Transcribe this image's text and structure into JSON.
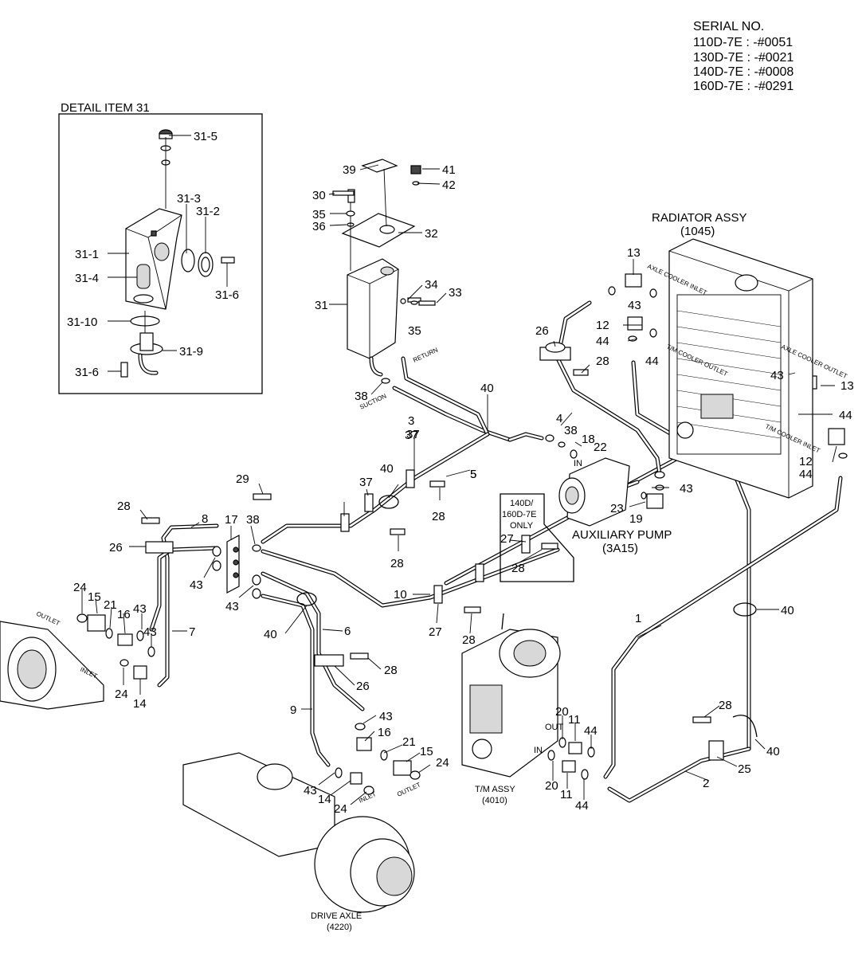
{
  "serial": {
    "heading": "SERIAL NO.",
    "lines": [
      "110D-7E : -#0051",
      "130D-7E : -#0021",
      "140D-7E : -#0008",
      "160D-7E : -#0291"
    ]
  },
  "detail": {
    "title": "DETAIL ITEM 31",
    "labels": [
      "31-5",
      "31-3",
      "31-2",
      "31-1",
      "31-4",
      "31-6",
      "31-10",
      "31-9",
      "31-6"
    ]
  },
  "assemblies": {
    "radiator_name": "RADIATOR ASSY",
    "radiator_code": "(1045)",
    "aux_pump_name": "AUXILIARY PUMP",
    "aux_pump_code": "(3A15)",
    "tm_name": "T/M ASSY",
    "tm_code": "(4010)",
    "axle_name": "DRIVE AXLE",
    "axle_code": "(4220)"
  },
  "note_box": [
    "140D/",
    "160D-7E",
    "ONLY"
  ],
  "port_tags": {
    "suction": "SUCTION",
    "return": "RETURN",
    "in": "IN",
    "out": "OUT",
    "tm_in": "IN",
    "outlet": "OUTLET",
    "inlet": "INLET",
    "tm_cooler_outlet": "T/M COOLER OUTLET",
    "tm_cooler_inlet": "T/M COOLER INLET",
    "axle_cooler_inlet": "AXLE COOLER INLET",
    "axle_cooler_outlet": "AXLE COOLER OUTLET"
  },
  "callouts": [
    "39",
    "41",
    "42",
    "30",
    "35",
    "36",
    "32",
    "31",
    "34",
    "33",
    "35",
    "38",
    "40",
    "3",
    "37",
    "5",
    "4",
    "26",
    "28",
    "13",
    "43",
    "12",
    "44",
    "44",
    "43",
    "13",
    "44",
    "12",
    "44",
    "38",
    "18",
    "22",
    "23",
    "43",
    "19",
    "5",
    "37",
    "40",
    "37",
    "28",
    "28",
    "29",
    "28",
    "8",
    "17",
    "38",
    "26",
    "43",
    "43",
    "27",
    "28",
    "10",
    "27",
    "28",
    "24",
    "15",
    "21",
    "16",
    "43",
    "7",
    "43",
    "24",
    "14",
    "40",
    "6",
    "28",
    "26",
    "9",
    "43",
    "16",
    "21",
    "15",
    "24",
    "43",
    "14",
    "24",
    "1",
    "40",
    "28",
    "25",
    "2",
    "40",
    "20",
    "11",
    "44",
    "20",
    "11",
    "44"
  ],
  "colors": {
    "ink": "#000000",
    "paper": "#ffffff"
  }
}
